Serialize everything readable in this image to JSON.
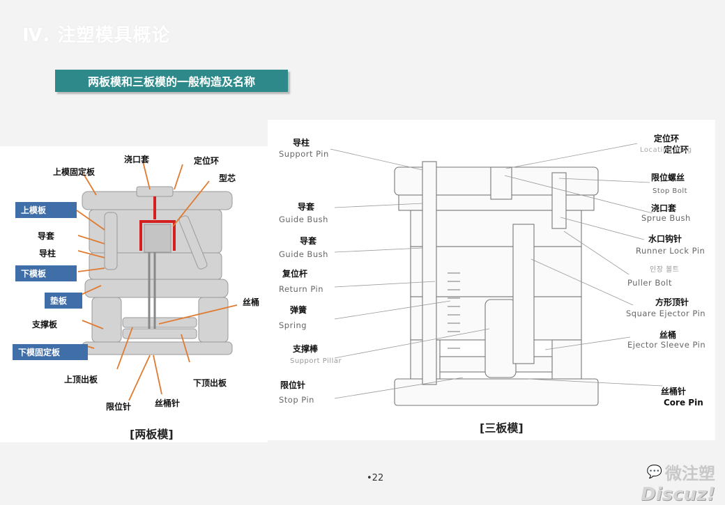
{
  "slide": {
    "title": "Ⅳ. 注塑模具概论",
    "subtitle": "两板模和三板模的一般构造及名称",
    "page_number": "•22"
  },
  "two_plate": {
    "caption": "[两板模]",
    "labels": {
      "sprue_bush": "浇口套",
      "locating_ring": "定位环",
      "top_clamp_plate": "上模固定板",
      "core": "型芯",
      "guide_bush": "导套",
      "guide_pin": "导柱",
      "support_plate": "支撑板",
      "sleeve": "丝桶",
      "upper_ejector_plate": "上顶出板",
      "stop_pin": "限位针",
      "sleeve_pin": "丝桶针",
      "lower_ejector_plate": "下顶出板"
    },
    "tags": {
      "upper_plate": "上模板",
      "lower_plate": "下模板",
      "spacer": "垫板",
      "bottom_clamp_plate": "下模固定板"
    }
  },
  "three_plate": {
    "caption": "[三板模]",
    "left": [
      {
        "zh": "导柱",
        "en": "Support Pin"
      },
      {
        "zh": "导套",
        "en": "Guide Bush"
      },
      {
        "zh": "导套",
        "en": "Guide Bush"
      },
      {
        "zh": "复位杆",
        "en": "Return Pin"
      },
      {
        "zh": "弹簧",
        "en": "Spring"
      },
      {
        "zh": "支撑棒",
        "en": "Support Pillar"
      },
      {
        "zh": "限位针",
        "en": "Stop Pin"
      }
    ],
    "right": {
      "locating_ring_zh": "定位环",
      "locating_ring_zh2": "定位环",
      "locating_ring_en": "Locating Ring",
      "stop_bolt_zh": "限位螺丝",
      "stop_bolt_en": "Stop Bolt",
      "sprue_bush_zh": "浇口套",
      "sprue_bush_en": "Sprue Bush",
      "runner_lock_zh": "水口钩针",
      "runner_lock_en": "Runner Lock Pin",
      "korean": "인장 볼트",
      "puller_bolt_en": "Puller Bolt",
      "square_ejector_zh": "方形顶针",
      "square_ejector_en": "Square Ejector Pin",
      "sleeve_zh": "丝桶",
      "sleeve_en": "Ejector Sleeve Pin",
      "core_pin_zh": "丝桶针",
      "core_pin_en": "Core Pin"
    }
  },
  "watermark": {
    "line1": "微注塑",
    "line2": "Discuz!"
  },
  "colors": {
    "teal": "#2e8a8a",
    "tag_blue": "#3f6ea8",
    "red": "#d42020",
    "mold_gray": "#cfcfcf"
  }
}
